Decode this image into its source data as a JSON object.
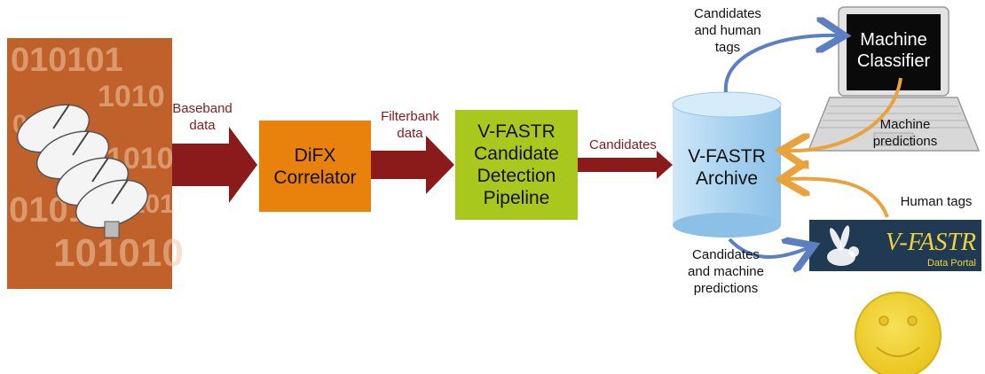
{
  "colors": {
    "arrow_red": "#8b1a1a",
    "label_red": "#8b1a1a",
    "difx_box": "#e8820c",
    "pipeline_box": "#a9c81e",
    "archive_cylinder": "#a9d3f0",
    "blue_arc": "#5b7fc0",
    "orange_arc": "#e8a33c",
    "binary_panel": "#c0602a",
    "smiley": "#f0cf2a"
  },
  "icons": {
    "antenna_panel": "radio-telescope-dishes-icon",
    "laptop": "laptop-icon",
    "portal_logo": "rabbit-logo-icon",
    "smiley": "smiley-face-icon"
  },
  "labels": {
    "baseband": [
      "Baseband",
      "data"
    ],
    "filterbank": [
      "Filterbank",
      "data"
    ],
    "candidates": "Candidates",
    "cand_human": [
      "Candidates",
      "and human",
      "tags"
    ],
    "machine_predictions": [
      "Machine",
      "predictions"
    ],
    "human_tags": "Human tags",
    "cand_machine": [
      "Candidates",
      "and machine",
      "predictions"
    ]
  },
  "boxes": {
    "difx": [
      "DiFX",
      "Correlator"
    ],
    "pipeline": [
      "V-FASTR",
      "Candidate",
      "Detection",
      "Pipeline"
    ],
    "archive": [
      "V-FASTR",
      "Archive"
    ],
    "classifier": [
      "Machine",
      "Classifier"
    ]
  },
  "portal": {
    "title": "V-FASTR",
    "subtitle": "Data Portal"
  },
  "binary_digits": [
    "010101",
    "1010",
    "01010",
    "1010",
    "01010",
    "101010",
    "0101"
  ]
}
